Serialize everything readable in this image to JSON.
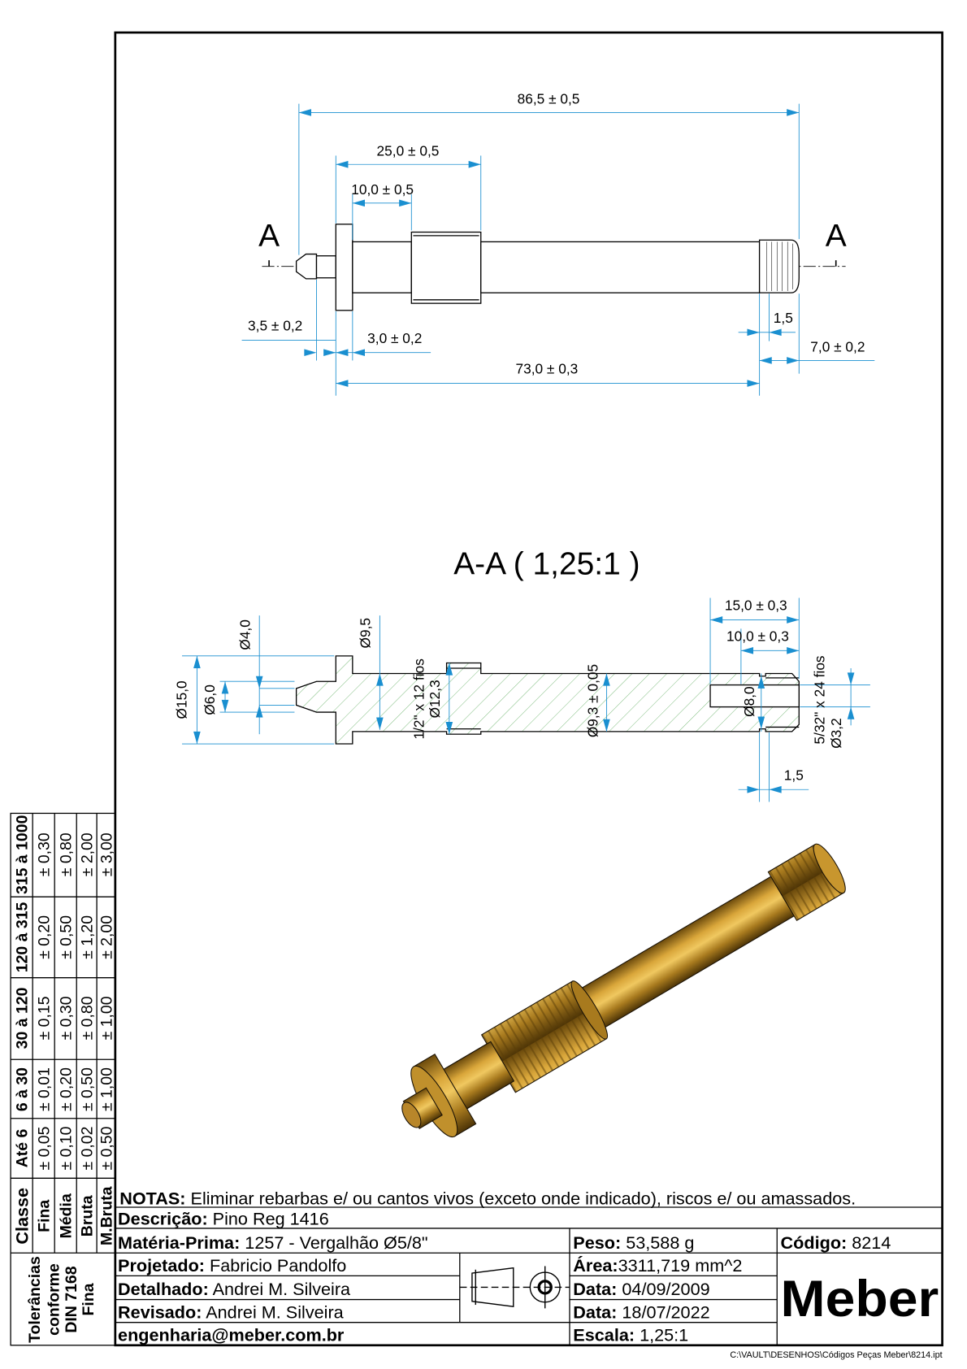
{
  "top_view": {
    "section_mark_left": "A",
    "section_mark_right": "A",
    "dims": {
      "overall_length": "86,5 ± 0,5",
      "thread_to_flange": "25,0 ± 0,5",
      "shaft_segment": "10,0 ± 0,5",
      "tip_length": "3,5 ± 0,2",
      "flange_thickness": "3,0 ± 0,2",
      "flange_to_groove": "73,0 ± 0,3",
      "groove_width": "1,5",
      "knurl_length": "7,0 ± 0,2"
    }
  },
  "section_view": {
    "title": "A-A ( 1,25:1 )",
    "dims": {
      "flange_dia": "Ø15,0",
      "tip_dia": "Ø6,0",
      "hole_dia": "Ø4,0",
      "neck_dia": "Ø9,5",
      "thread_spec": "1/2\" x 12 fios",
      "thread_dia": "Ø12,3",
      "shaft_dia": "Ø9,3 ± 0,05",
      "bore_depth": "15,0 ± 0,3",
      "thread_depth": "10,0 ± 0,3",
      "groove_dia": "Ø8,0",
      "inner_thread_spec": "5/32\" x 24 fios",
      "inner_dia": "Ø3,2",
      "groove_width": "1,5"
    }
  },
  "tolerance_table": {
    "header": "Classe",
    "ranges": [
      "Até 6",
      "6 à 30",
      "30 à 120",
      "120 à 315",
      "315 à 1000"
    ],
    "rows": [
      {
        "class": "Fina",
        "values": [
          "± 0,05",
          "± 0,01",
          "± 0,15",
          "± 0,20",
          "± 0,30"
        ]
      },
      {
        "class": "Média",
        "values": [
          "± 0,10",
          "± 0,20",
          "± 0,30",
          "± 0,50",
          "± 0,80"
        ]
      },
      {
        "class": "Bruta",
        "values": [
          "± 0,02",
          "± 0,50",
          "± 0,80",
          "± 1,20",
          "± 2,00"
        ]
      },
      {
        "class": "M.Bruta",
        "values": [
          "± 0,50",
          "± 1,00",
          "± 1,00",
          "± 2,00",
          "± 3,00"
        ]
      }
    ],
    "footer_lines": [
      "Tolerâncias",
      "conforme",
      "DIN 7168",
      "Fina"
    ]
  },
  "title_block": {
    "notes_label": "NOTAS:",
    "notes_text": " Eliminar rebarbas e/ ou cantos vivos (exceto onde indicado), riscos e/ ou amassados.",
    "descricao_label": "Descrição:",
    "descricao": " Pino Reg 1416",
    "materia_label": "Matéria-Prima:",
    "materia": " 1257 - Vergalhão Ø5/8\"",
    "peso_label": "Peso:",
    "peso": " 53,588 g",
    "codigo_label": "Código:",
    "codigo": " 8214",
    "projetado_label": "Projetado:",
    "projetado": " Fabricio Pandolfo",
    "detalhado_label": "Detalhado:",
    "detalhado": " Andrei M. Silveira",
    "revisado_label": "Revisado:",
    "revisado": " Andrei M. Silveira",
    "email": "engenharia@meber.com.br",
    "area_label": "Área:",
    "area": "3311,719 mm^2",
    "data1_label": "Data:",
    "data1": " 04/09/2009",
    "data2_label": "Data:",
    "data2": " 18/07/2022",
    "escala_label": "Escala:",
    "escala": " 1,25:1",
    "logo": "Meber"
  },
  "file_path": "C:\\VAULT\\DESENHOS\\Códigos Peças Meber\\8214.ipt"
}
